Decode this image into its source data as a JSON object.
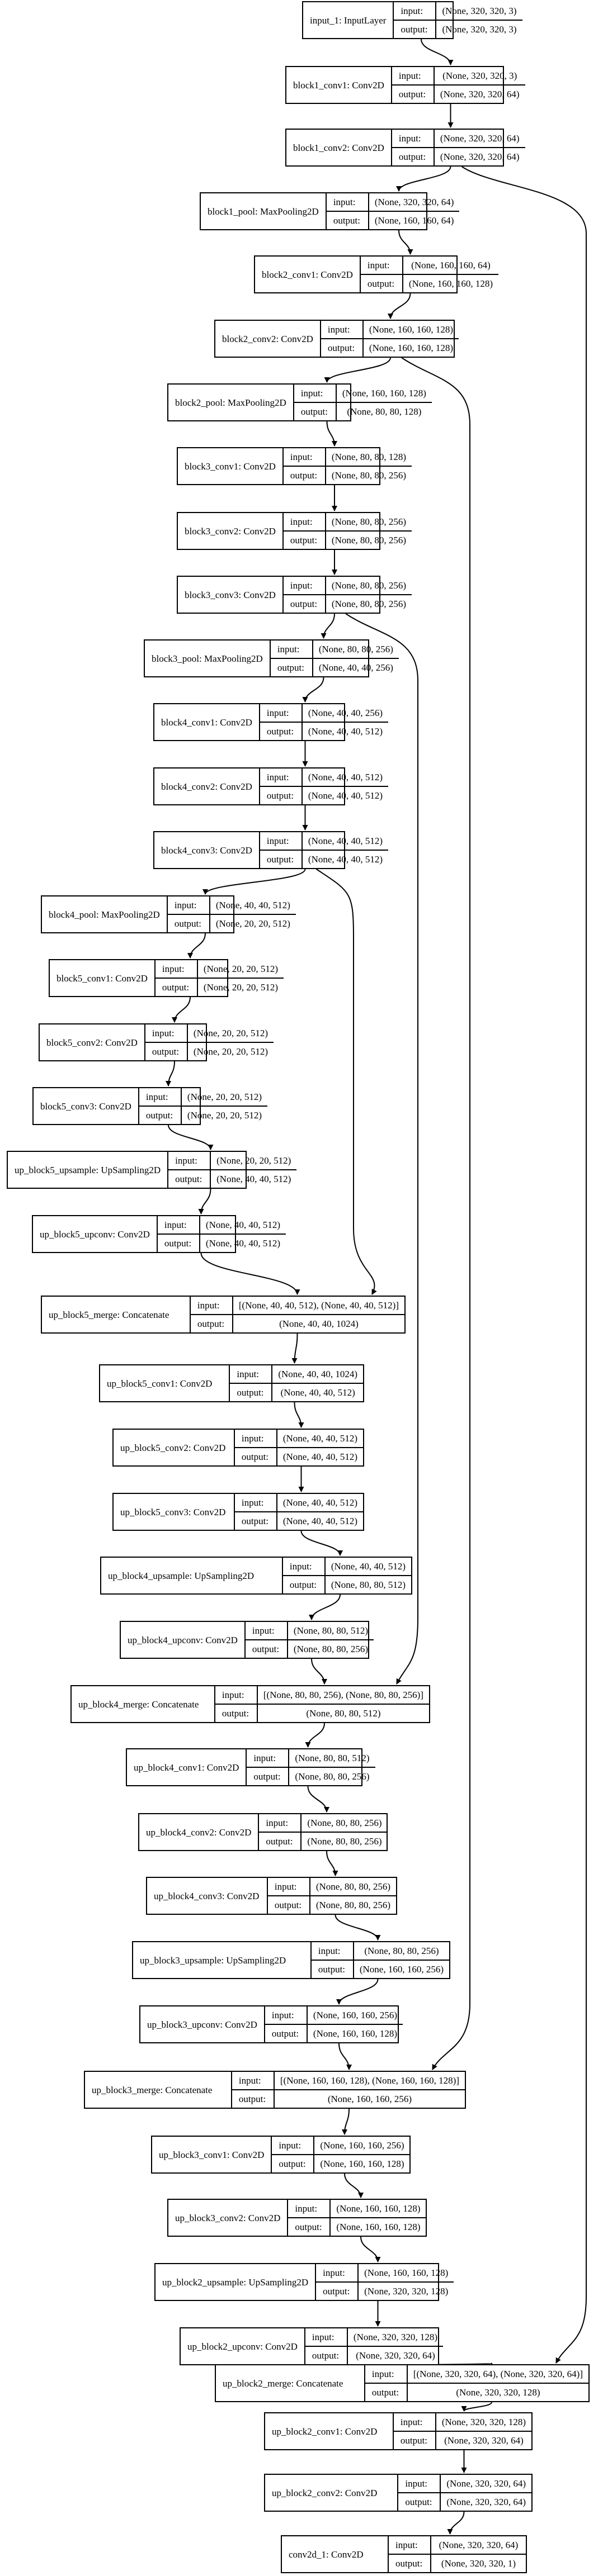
{
  "labels": {
    "input": "input:",
    "output": "output:"
  },
  "nodes": [
    {
      "id": "input_1",
      "name": "input_1: InputLayer",
      "input": "(None, 320, 320, 3)",
      "output": "(None, 320, 320, 3)"
    },
    {
      "id": "block1_conv1",
      "name": "block1_conv1: Conv2D",
      "input": "(None, 320, 320, 3)",
      "output": "(None, 320, 320, 64)"
    },
    {
      "id": "block1_conv2",
      "name": "block1_conv2: Conv2D",
      "input": "(None, 320, 320, 64)",
      "output": "(None, 320, 320, 64)"
    },
    {
      "id": "block1_pool",
      "name": "block1_pool: MaxPooling2D",
      "input": "(None, 320, 320, 64)",
      "output": "(None, 160, 160, 64)"
    },
    {
      "id": "block2_conv1",
      "name": "block2_conv1: Conv2D",
      "input": "(None, 160, 160, 64)",
      "output": "(None, 160, 160, 128)"
    },
    {
      "id": "block2_conv2",
      "name": "block2_conv2: Conv2D",
      "input": "(None, 160, 160, 128)",
      "output": "(None, 160, 160, 128)"
    },
    {
      "id": "block2_pool",
      "name": "block2_pool: MaxPooling2D",
      "input": "(None, 160, 160, 128)",
      "output": "(None, 80, 80, 128)"
    },
    {
      "id": "block3_conv1",
      "name": "block3_conv1: Conv2D",
      "input": "(None, 80, 80, 128)",
      "output": "(None, 80, 80, 256)"
    },
    {
      "id": "block3_conv2",
      "name": "block3_conv2: Conv2D",
      "input": "(None, 80, 80, 256)",
      "output": "(None, 80, 80, 256)"
    },
    {
      "id": "block3_conv3",
      "name": "block3_conv3: Conv2D",
      "input": "(None, 80, 80, 256)",
      "output": "(None, 80, 80, 256)"
    },
    {
      "id": "block3_pool",
      "name": "block3_pool: MaxPooling2D",
      "input": "(None, 80, 80, 256)",
      "output": "(None, 40, 40, 256)"
    },
    {
      "id": "block4_conv1",
      "name": "block4_conv1: Conv2D",
      "input": "(None, 40, 40, 256)",
      "output": "(None, 40, 40, 512)"
    },
    {
      "id": "block4_conv2",
      "name": "block4_conv2: Conv2D",
      "input": "(None, 40, 40, 512)",
      "output": "(None, 40, 40, 512)"
    },
    {
      "id": "block4_conv3",
      "name": "block4_conv3: Conv2D",
      "input": "(None, 40, 40, 512)",
      "output": "(None, 40, 40, 512)"
    },
    {
      "id": "block4_pool",
      "name": "block4_pool: MaxPooling2D",
      "input": "(None, 40, 40, 512)",
      "output": "(None, 20, 20, 512)"
    },
    {
      "id": "block5_conv1",
      "name": "block5_conv1: Conv2D",
      "input": "(None, 20, 20, 512)",
      "output": "(None, 20, 20, 512)"
    },
    {
      "id": "block5_conv2",
      "name": "block5_conv2: Conv2D",
      "input": "(None, 20, 20, 512)",
      "output": "(None, 20, 20, 512)"
    },
    {
      "id": "block5_conv3",
      "name": "block5_conv3: Conv2D",
      "input": "(None, 20, 20, 512)",
      "output": "(None, 20, 20, 512)"
    },
    {
      "id": "up_block5_upsample",
      "name": "up_block5_upsample: UpSampling2D",
      "input": "(None, 20, 20, 512)",
      "output": "(None, 40, 40, 512)"
    },
    {
      "id": "up_block5_upconv",
      "name": "up_block5_upconv: Conv2D",
      "input": "(None, 40, 40, 512)",
      "output": "(None, 40, 40, 512)"
    },
    {
      "id": "up_block5_merge",
      "name": "up_block5_merge: Concatenate",
      "input": "[(None, 40, 40, 512), (None, 40, 40, 512)]",
      "output": "(None, 40, 40, 1024)"
    },
    {
      "id": "up_block5_conv1",
      "name": "up_block5_conv1: Conv2D",
      "input": "(None, 40, 40, 1024)",
      "output": "(None, 40, 40, 512)"
    },
    {
      "id": "up_block5_conv2",
      "name": "up_block5_conv2: Conv2D",
      "input": "(None, 40, 40, 512)",
      "output": "(None, 40, 40, 512)"
    },
    {
      "id": "up_block5_conv3",
      "name": "up_block5_conv3: Conv2D",
      "input": "(None, 40, 40, 512)",
      "output": "(None, 40, 40, 512)"
    },
    {
      "id": "up_block4_upsample",
      "name": "up_block4_upsample: UpSampling2D",
      "input": "(None, 40, 40, 512)",
      "output": "(None, 80, 80, 512)"
    },
    {
      "id": "up_block4_upconv",
      "name": "up_block4_upconv: Conv2D",
      "input": "(None, 80, 80, 512)",
      "output": "(None, 80, 80, 256)"
    },
    {
      "id": "up_block4_merge",
      "name": "up_block4_merge: Concatenate",
      "input": "[(None, 80, 80, 256), (None, 80, 80, 256)]",
      "output": "(None, 80, 80, 512)"
    },
    {
      "id": "up_block4_conv1",
      "name": "up_block4_conv1: Conv2D",
      "input": "(None, 80, 80, 512)",
      "output": "(None, 80, 80, 256)"
    },
    {
      "id": "up_block4_conv2",
      "name": "up_block4_conv2: Conv2D",
      "input": "(None, 80, 80, 256)",
      "output": "(None, 80, 80, 256)"
    },
    {
      "id": "up_block4_conv3",
      "name": "up_block4_conv3: Conv2D",
      "input": "(None, 80, 80, 256)",
      "output": "(None, 80, 80, 256)"
    },
    {
      "id": "up_block3_upsample",
      "name": "up_block3_upsample: UpSampling2D",
      "input": "(None, 80, 80, 256)",
      "output": "(None, 160, 160, 256)"
    },
    {
      "id": "up_block3_upconv",
      "name": "up_block3_upconv: Conv2D",
      "input": "(None, 160, 160, 256)",
      "output": "(None, 160, 160, 128)"
    },
    {
      "id": "up_block3_merge",
      "name": "up_block3_merge: Concatenate",
      "input": "[(None, 160, 160, 128), (None, 160, 160, 128)]",
      "output": "(None, 160, 160, 256)"
    },
    {
      "id": "up_block3_conv1",
      "name": "up_block3_conv1: Conv2D",
      "input": "(None, 160, 160, 256)",
      "output": "(None, 160, 160, 128)"
    },
    {
      "id": "up_block3_conv2",
      "name": "up_block3_conv2: Conv2D",
      "input": "(None, 160, 160, 128)",
      "output": "(None, 160, 160, 128)"
    },
    {
      "id": "up_block2_upsample",
      "name": "up_block2_upsample: UpSampling2D",
      "input": "(None, 160, 160, 128)",
      "output": "(None, 320, 320, 128)"
    },
    {
      "id": "up_block2_upconv",
      "name": "up_block2_upconv: Conv2D",
      "input": "(None, 320, 320, 128)",
      "output": "(None, 320, 320, 64)"
    },
    {
      "id": "up_block2_merge",
      "name": "up_block2_merge: Concatenate",
      "input": "[(None, 320, 320, 64), (None, 320, 320, 64)]",
      "output": "(None, 320, 320, 128)"
    },
    {
      "id": "up_block2_conv1",
      "name": "up_block2_conv1: Conv2D",
      "input": "(None, 320, 320, 128)",
      "output": "(None, 320, 320, 64)"
    },
    {
      "id": "up_block2_conv2",
      "name": "up_block2_conv2: Conv2D",
      "input": "(None, 320, 320, 64)",
      "output": "(None, 320, 320, 64)"
    },
    {
      "id": "conv2d_1",
      "name": "conv2d_1: Conv2D",
      "input": "(None, 320, 320, 64)",
      "output": "(None, 320, 320, 1)"
    }
  ],
  "edges": [
    [
      "input_1",
      "block1_conv1"
    ],
    [
      "block1_conv1",
      "block1_conv2"
    ],
    [
      "block1_conv2",
      "block1_pool"
    ],
    [
      "block1_pool",
      "block2_conv1"
    ],
    [
      "block2_conv1",
      "block2_conv2"
    ],
    [
      "block2_conv2",
      "block2_pool"
    ],
    [
      "block2_pool",
      "block3_conv1"
    ],
    [
      "block3_conv1",
      "block3_conv2"
    ],
    [
      "block3_conv2",
      "block3_conv3"
    ],
    [
      "block3_conv3",
      "block3_pool"
    ],
    [
      "block3_pool",
      "block4_conv1"
    ],
    [
      "block4_conv1",
      "block4_conv2"
    ],
    [
      "block4_conv2",
      "block4_conv3"
    ],
    [
      "block4_conv3",
      "block4_pool"
    ],
    [
      "block4_pool",
      "block5_conv1"
    ],
    [
      "block5_conv1",
      "block5_conv2"
    ],
    [
      "block5_conv2",
      "block5_conv3"
    ],
    [
      "block5_conv3",
      "up_block5_upsample"
    ],
    [
      "up_block5_upsample",
      "up_block5_upconv"
    ],
    [
      "up_block5_upconv",
      "up_block5_merge"
    ],
    [
      "block4_conv3",
      "up_block5_merge"
    ],
    [
      "up_block5_merge",
      "up_block5_conv1"
    ],
    [
      "up_block5_conv1",
      "up_block5_conv2"
    ],
    [
      "up_block5_conv2",
      "up_block5_conv3"
    ],
    [
      "up_block5_conv3",
      "up_block4_upsample"
    ],
    [
      "up_block4_upsample",
      "up_block4_upconv"
    ],
    [
      "up_block4_upconv",
      "up_block4_merge"
    ],
    [
      "block3_conv3",
      "up_block4_merge"
    ],
    [
      "up_block4_merge",
      "up_block4_conv1"
    ],
    [
      "up_block4_conv1",
      "up_block4_conv2"
    ],
    [
      "up_block4_conv2",
      "up_block4_conv3"
    ],
    [
      "up_block4_conv3",
      "up_block3_upsample"
    ],
    [
      "up_block3_upsample",
      "up_block3_upconv"
    ],
    [
      "up_block3_upconv",
      "up_block3_merge"
    ],
    [
      "block2_conv2",
      "up_block3_merge"
    ],
    [
      "up_block3_merge",
      "up_block3_conv1"
    ],
    [
      "up_block3_conv1",
      "up_block3_conv2"
    ],
    [
      "up_block3_conv2",
      "up_block2_upsample"
    ],
    [
      "up_block2_upsample",
      "up_block2_upconv"
    ],
    [
      "up_block2_upconv",
      "up_block2_merge"
    ],
    [
      "block1_conv2",
      "up_block2_merge"
    ],
    [
      "up_block2_merge",
      "up_block2_conv1"
    ],
    [
      "up_block2_conv1",
      "up_block2_conv2"
    ],
    [
      "up_block2_conv2",
      "conv2d_1"
    ]
  ]
}
